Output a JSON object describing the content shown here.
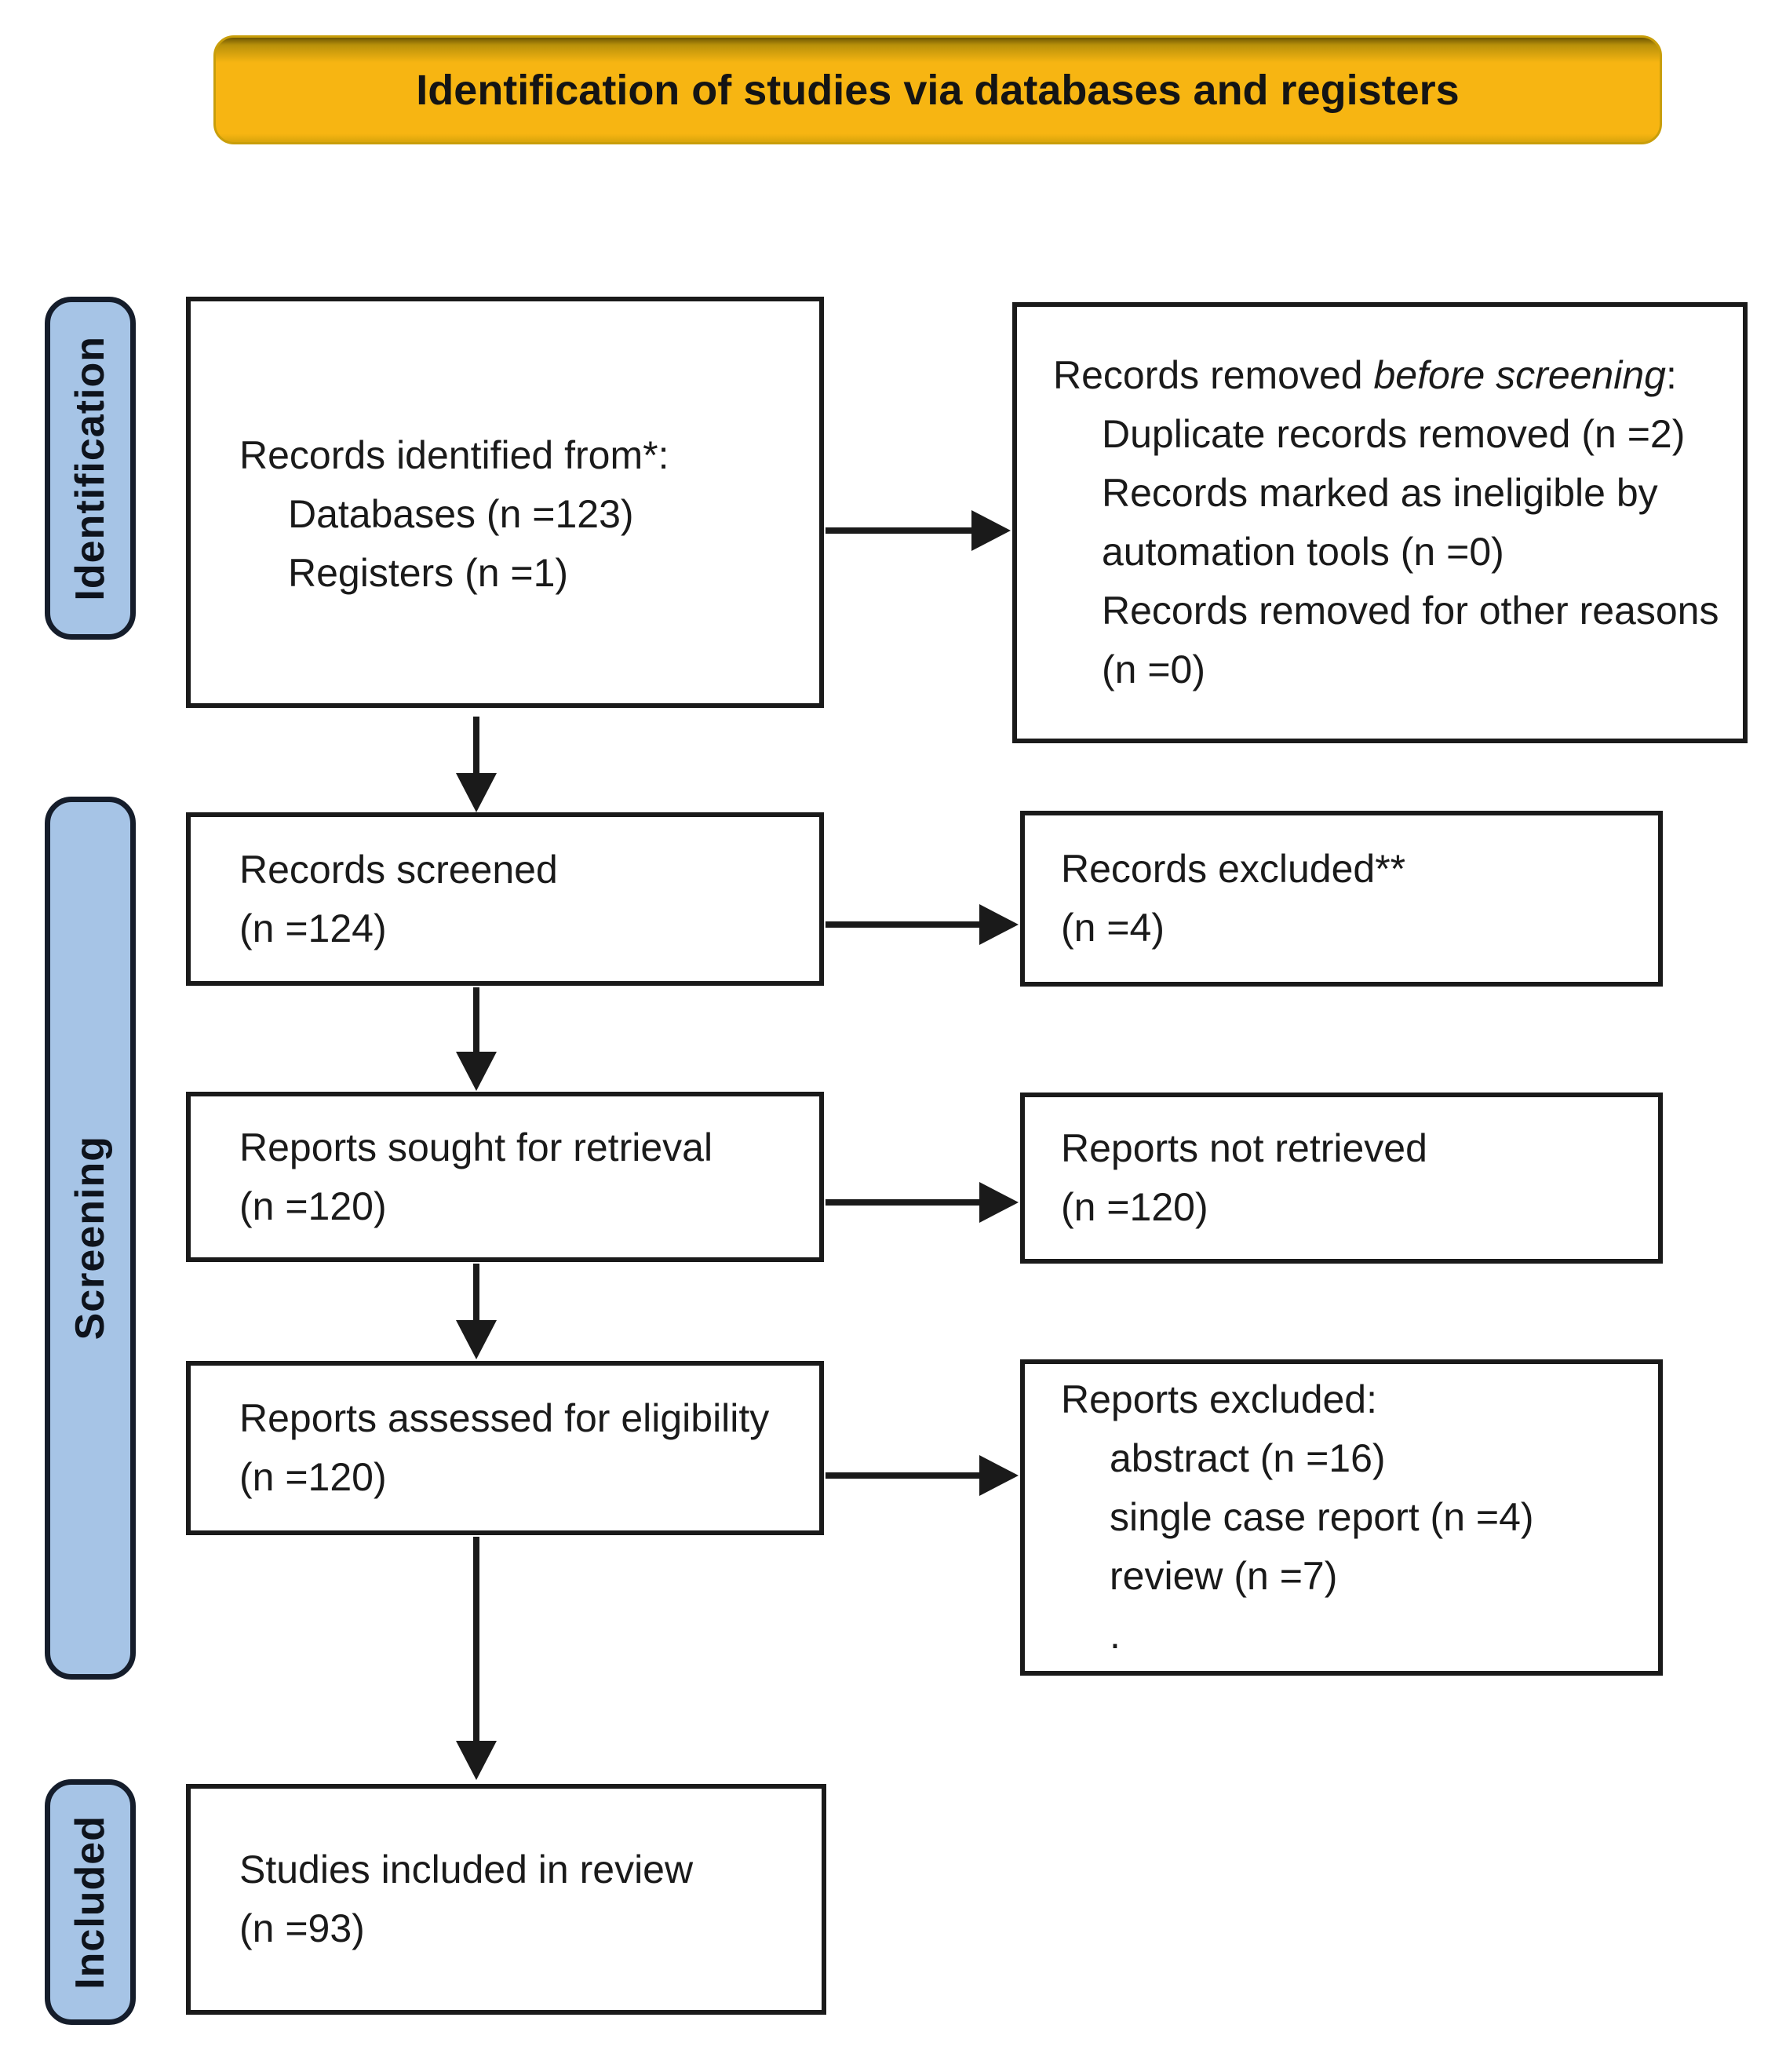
{
  "banner": {
    "title": "Identification of studies via databases and registers"
  },
  "stages": {
    "identification": "Identification",
    "screening": "Screening",
    "included": "Included"
  },
  "boxes": {
    "records_identified": {
      "heading": "Records identified from*:",
      "items": [
        "Databases (n =123)",
        "Registers (n =1)"
      ]
    },
    "records_removed": {
      "heading_prefix": "Records removed ",
      "heading_italic": "before screening",
      "heading_suffix": ":",
      "items": [
        "Duplicate records removed (n =2)",
        "Records marked as ineligible by",
        "automation tools (n =0)",
        "Records removed for other reasons",
        "(n =0)"
      ]
    },
    "records_screened": {
      "line1": "Records screened",
      "line2": "(n =124)"
    },
    "records_excluded": {
      "line1": "Records excluded**",
      "line2": "(n =4)"
    },
    "reports_sought": {
      "line1": "Reports sought for retrieval",
      "line2": "(n =120)"
    },
    "reports_not_retrieved": {
      "line1": "Reports not retrieved",
      "line2": "(n =120)"
    },
    "reports_assessed": {
      "line1": "Reports assessed for eligibility",
      "line2": "(n =120)"
    },
    "reports_excluded": {
      "heading": "Reports excluded:",
      "items": [
        "abstract (n =16)",
        "single case report (n =4)",
        "review (n =7)",
        "."
      ]
    },
    "studies_included": {
      "line1": "Studies included in review",
      "line2": "(n =93)"
    }
  },
  "colors": {
    "banner_fill": "#F7B512",
    "banner_border": "#C99E0A",
    "banner_top_shade": "#6E5603",
    "stage_fill": "#A6C4E6",
    "stage_border": "#151D2B",
    "box_border": "#1A1A1A",
    "arrow": "#1A1A1A",
    "text": "#1A1A1A"
  }
}
